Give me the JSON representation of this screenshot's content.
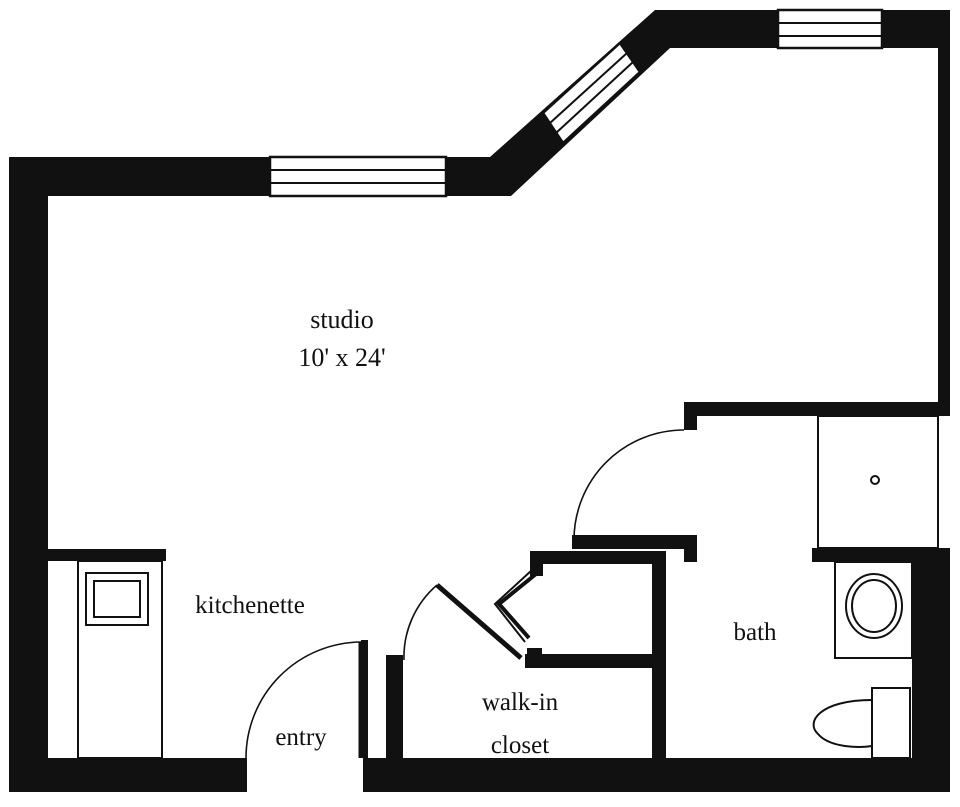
{
  "rooms": {
    "studio": {
      "name": "studio",
      "size": "10' x 24'"
    },
    "kitchenette": {
      "name": "kitchenette"
    },
    "entry": {
      "name": "entry"
    },
    "closet": {
      "line1": "walk-in",
      "line2": "closet"
    },
    "bath": {
      "name": "bath"
    }
  },
  "colors": {
    "wall": "#111111",
    "background": "#ffffff"
  }
}
